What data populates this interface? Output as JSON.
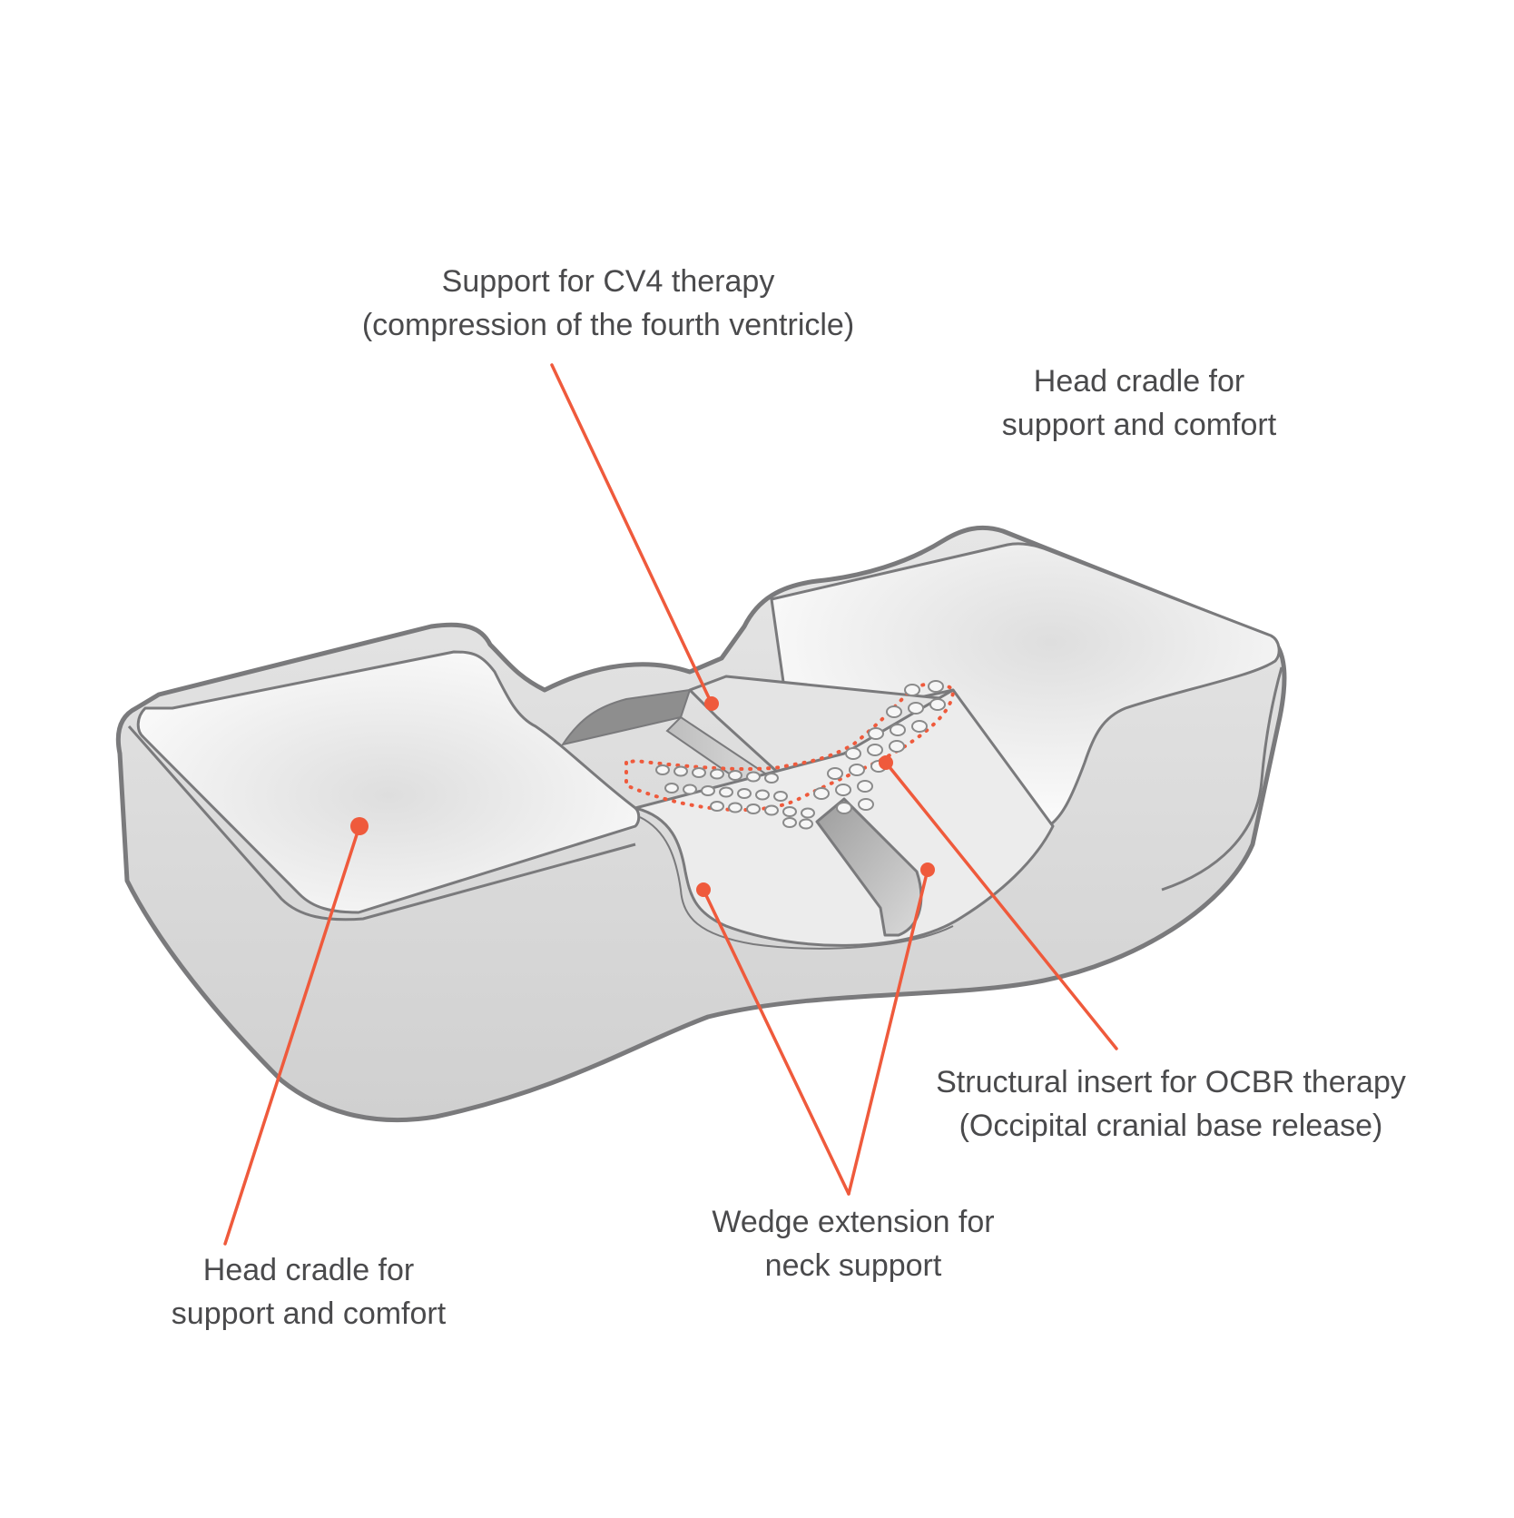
{
  "colors": {
    "accent": "#ef5a3c",
    "outline": "#7a7a7c",
    "text": "#4a4a4c",
    "body_fill": "#dcdcdc",
    "top_fill": "#f2f2f2"
  },
  "callouts": {
    "cv4": {
      "line1": "Support for CV4 therapy",
      "line2": "(compression of the fourth ventricle)"
    },
    "right_cradle": {
      "line1": "Head cradle for",
      "line2": "support and comfort"
    },
    "left_cradle": {
      "line1": "Head cradle for",
      "line2": "support and comfort"
    },
    "ocbr": {
      "line1": "Structural insert for OCBR therapy",
      "line2": "(Occipital cranial base release)"
    },
    "wedge": {
      "line1": "Wedge extension for",
      "line2": "neck support"
    }
  }
}
